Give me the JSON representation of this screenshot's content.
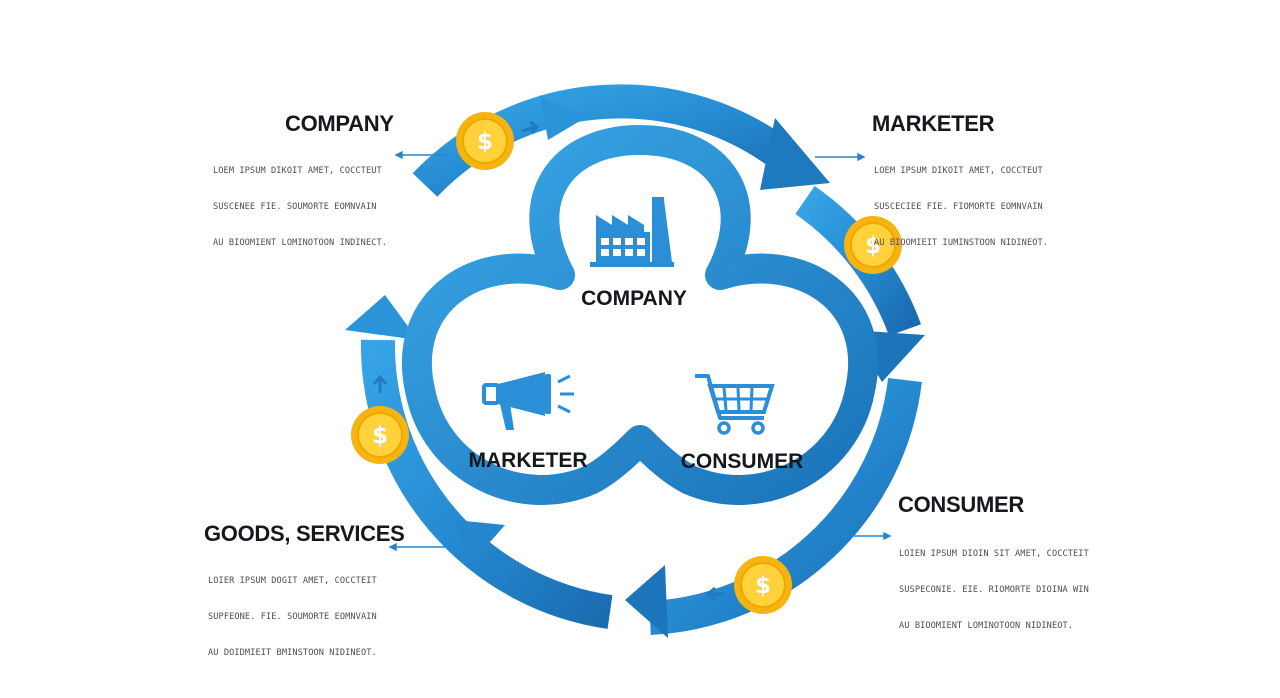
{
  "annotations": {
    "top_left": {
      "title": "COMPANY",
      "lines": [
        "LOEM IPSUM DIKOIT AMET, COCCTEUT",
        "SUSCENEE FIE. SOUMORTE EOMNVAIN",
        "AU BIOOMIENT LOMINOTOON INDINECT."
      ]
    },
    "top_right": {
      "title": "MARKETER",
      "lines": [
        "LOEM IPSUM DIKOIT AMET, COCCTEUT",
        "SUSCECIEE FIE. FIOMORTE EOMNVAIN",
        "AU BIOOMIEIT IUMINSTOON NIDINEOT."
      ]
    },
    "bottom_right": {
      "title": "CONSUMER",
      "lines": [
        "LOIEN IPSUM DIOIN SIT AMET, COCCTEIT",
        "SUSPECONIE. EIE. RIOMORTE DIOINA WIN",
        "AU BIOOMIENT LOMINOTOON NIDINEOT."
      ]
    },
    "bottom_left": {
      "title": "GOODS, SERVICES",
      "lines": [
        "LOIER IPSUM DOGIT AMET, COCCTEIT",
        "SUPFEONE. FIE. SOUMORTE EOMNVAIN",
        "AU DOIDMIEIT BMINSTOON NIDINEOT."
      ]
    }
  },
  "center": {
    "company": "COMPANY",
    "marketer": "MARKETER",
    "consumer": "CONSUMER"
  },
  "coin_symbol": "$",
  "icons": [
    "factory-icon",
    "megaphone-icon",
    "shopping-cart-icon",
    "dollar-coin-icon",
    "arrow-icon"
  ],
  "colors": {
    "ring_light": "#2d98dc",
    "ring_dark": "#1b72b6",
    "coin_outer": "#f5b40f",
    "coin_inner": "#ffd13a",
    "text_dark": "#15181d"
  }
}
